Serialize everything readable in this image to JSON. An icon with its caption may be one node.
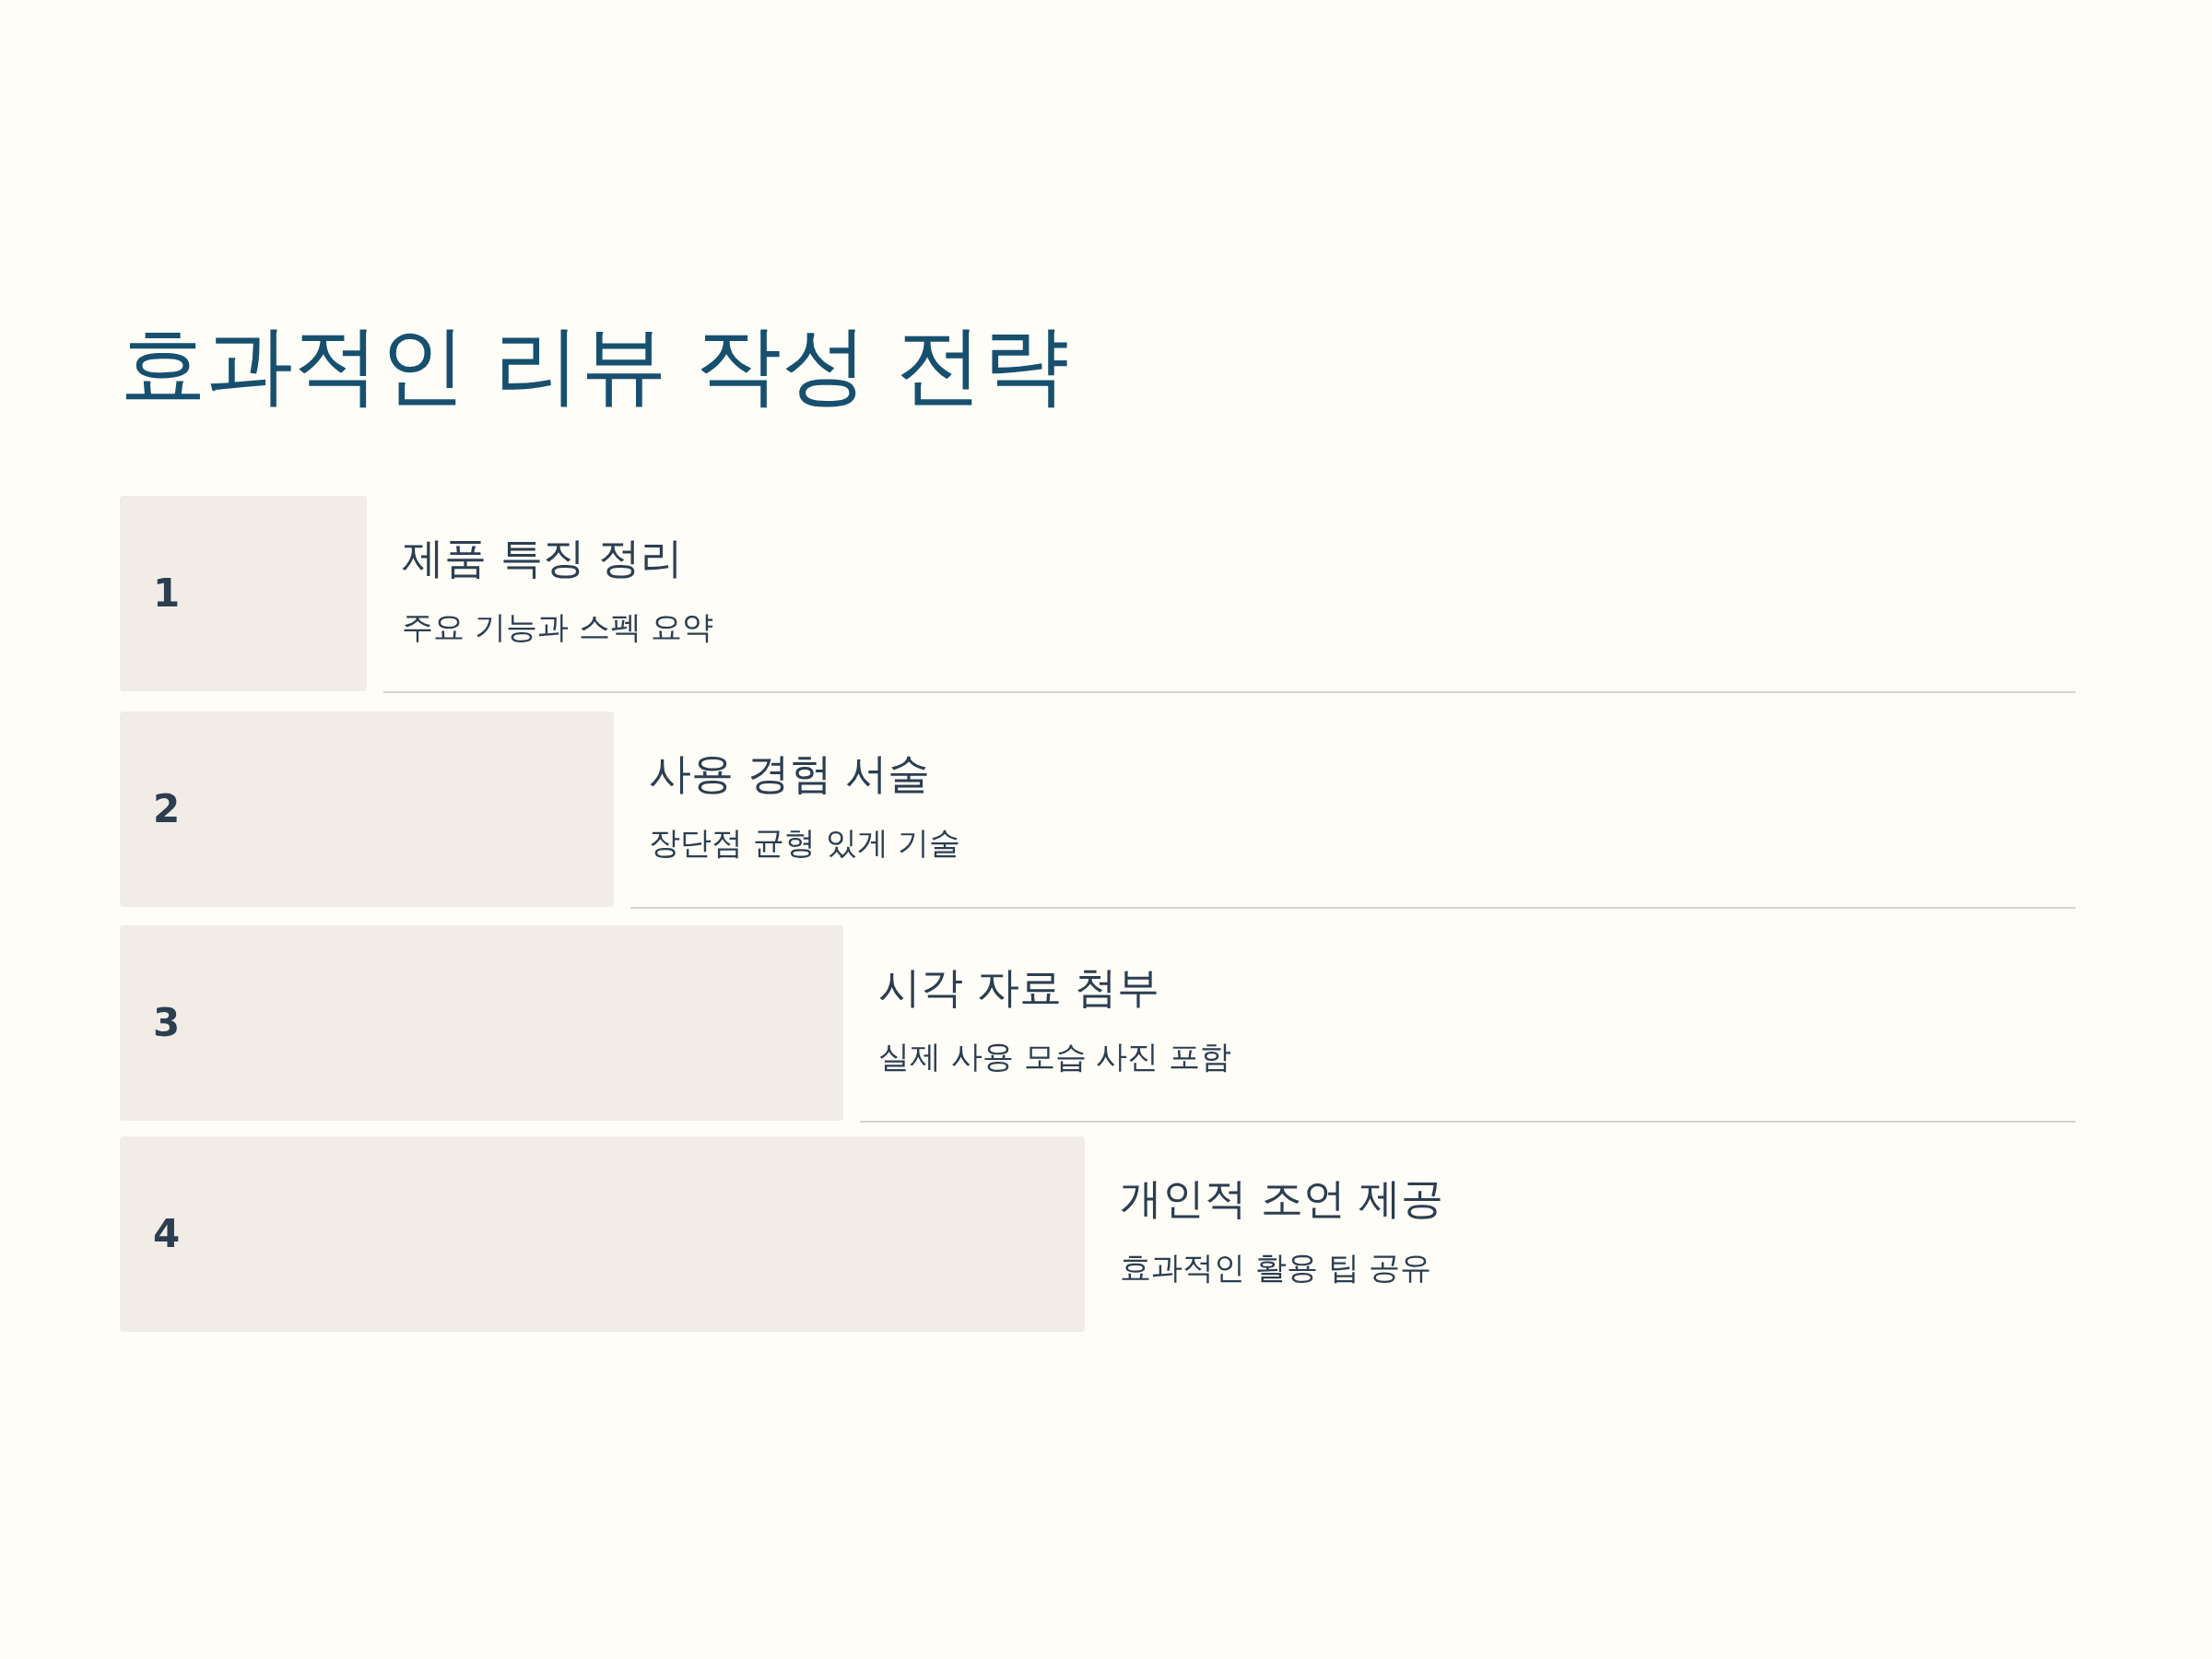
{
  "diagram": {
    "title": "효과적인 리뷰 작성 전략",
    "nodes": [
      {
        "text": [
          "1"
        ],
        "beside": [
          "제품 특징 정리",
          "주요 기능과 스펙 요약"
        ]
      },
      {
        "text": [
          "2"
        ],
        "beside": [
          "사용 경험 서술",
          "장단점 균형 있게 기술"
        ]
      },
      {
        "text": [
          "3"
        ],
        "beside": [
          "시각 자료 첨부",
          "실제 사용 모습 사진 포함"
        ]
      },
      {
        "text": [
          "4"
        ],
        "beside": [
          "개인적 조언 제공",
          "효과적인 활용 팁 공유"
        ]
      }
    ]
  }
}
